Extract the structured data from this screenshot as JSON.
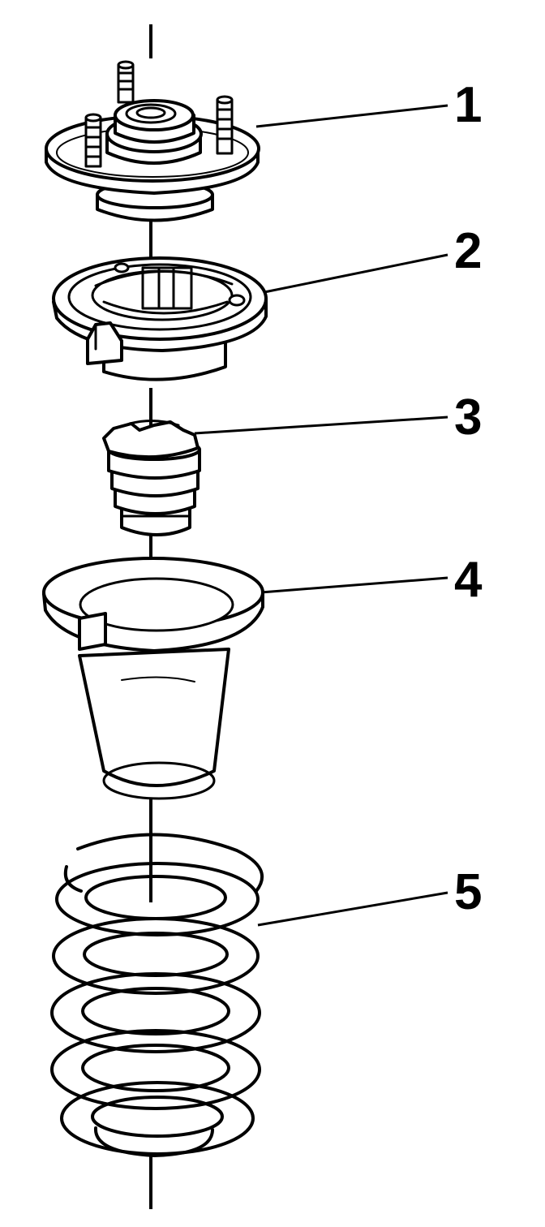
{
  "diagram": {
    "line_color": "#000000",
    "background_color": "#ffffff",
    "callouts": [
      {
        "id": "1",
        "label": "1",
        "part": "upper-strut-mount"
      },
      {
        "id": "2",
        "label": "2",
        "part": "upper-spring-seat"
      },
      {
        "id": "3",
        "label": "3",
        "part": "jounce-bumper"
      },
      {
        "id": "4",
        "label": "4",
        "part": "dust-shield"
      },
      {
        "id": "5",
        "label": "5",
        "part": "coil-spring"
      }
    ]
  }
}
